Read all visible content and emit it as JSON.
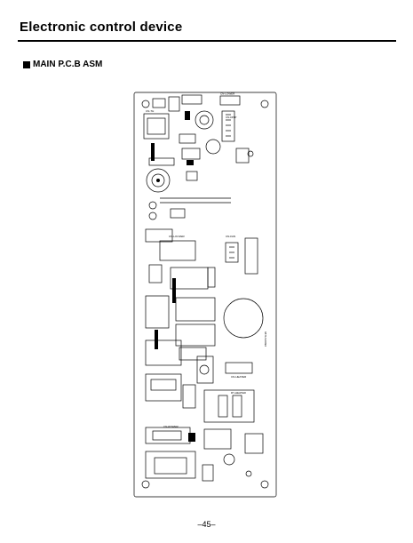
{
  "header": {
    "title": "Electronic control device"
  },
  "section": {
    "label": "MAIN P.C.B ASM"
  },
  "footer": {
    "page_number": "–45–"
  },
  "board_labels": {
    "cn_heater": "CN-HEATER",
    "cn_power": "CN-POWER",
    "cn_disp": "CN-DISP",
    "cn_louver": "CN-LOUVER",
    "cn_fan": "CN-FAN",
    "cn_th": "CN-TH",
    "cn_lower": "CN-LOWER",
    "ry_heater": "RY-HEATER",
    "part_code": "6871A10092"
  }
}
